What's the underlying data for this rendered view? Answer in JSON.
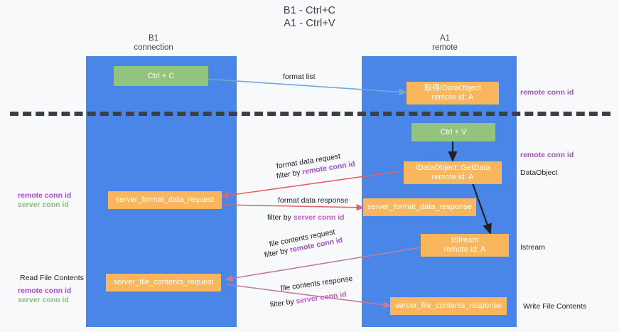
{
  "diagram": {
    "title_line1": "B1 - Ctrl+C",
    "title_line2": "A1 - Ctrl+V",
    "lanes": [
      {
        "name": "B1",
        "sub": "connection",
        "color": "#4a86e8"
      },
      {
        "name": "A1",
        "sub": "remote",
        "color": "#4a86e8"
      }
    ],
    "nodes": {
      "ctrl_c": {
        "label": "Ctrl + C",
        "color": "#93c47d"
      },
      "ctrl_v": {
        "label": "Ctrl + V",
        "color": "#93c47d"
      },
      "idataobject": {
        "line1": "取得IDataObject",
        "line2": "remote id: A",
        "color": "#f9b65c"
      },
      "getdata": {
        "line1": "IDataObject::GetData",
        "line2": "remote id: A",
        "color": "#f9b65c"
      },
      "istream": {
        "line1": "IStream",
        "line2": "remote id: A",
        "color": "#f9b65c"
      },
      "format_req": {
        "label": "server_format_data_request",
        "color": "#f9b65c"
      },
      "format_resp": {
        "label": "server_format_data_response",
        "color": "#f9b65c"
      },
      "file_req": {
        "label": "server_file_contents_request",
        "color": "#f9b65c"
      },
      "file_resp": {
        "label": "server_file_contents_response",
        "color": "#f9b65c"
      }
    },
    "edges": {
      "format_list": {
        "label": "format list",
        "color": "#6fa8dc"
      },
      "format_data_request": {
        "label": "format data request",
        "color": "#e06666"
      },
      "format_data_request_filter_prefix": "filter by ",
      "format_data_request_filter_key": "remote conn id",
      "format_data_response": {
        "label": "format data response",
        "color": "#e06666"
      },
      "format_data_response_filter_prefix": "filter by ",
      "format_data_response_filter_key": "server conn id",
      "file_contents_request": {
        "label": "file contents request",
        "color": "#c27ba0"
      },
      "file_contents_request_filter_prefix": "filter by ",
      "file_contents_request_filter_key": "remote conn id",
      "file_contents_response": {
        "label": "file contents response",
        "color": "#c27ba0"
      },
      "file_contents_response_filter_prefix": "filter by ",
      "file_contents_response_filter_key": "server conn id"
    },
    "annotations": {
      "right_remote_conn_id_top": "remote conn id",
      "right_remote_conn_id_mid": "remote conn id",
      "right_dataobject": "DataObject",
      "right_istream": "Istream",
      "right_write_file_contents": "Write File Contents",
      "left_remote_conn_id_mid": "remote conn id",
      "left_server_conn_id_mid": "server conn id",
      "left_read_file_contents": "Read File Contents",
      "left_remote_conn_id_bot": "remote conn id",
      "left_server_conn_id_bot": "server conn id"
    },
    "colors": {
      "lane": "#4a86e8",
      "green_node": "#93c47d",
      "orange_node": "#f9b65c",
      "purple_text": "#a64ecb",
      "green_text": "#87c07a",
      "red_arrow": "#e06666",
      "pink_arrow": "#c27ba0",
      "blue_arrow": "#6fa8dc",
      "separator": "#3c4043"
    }
  }
}
